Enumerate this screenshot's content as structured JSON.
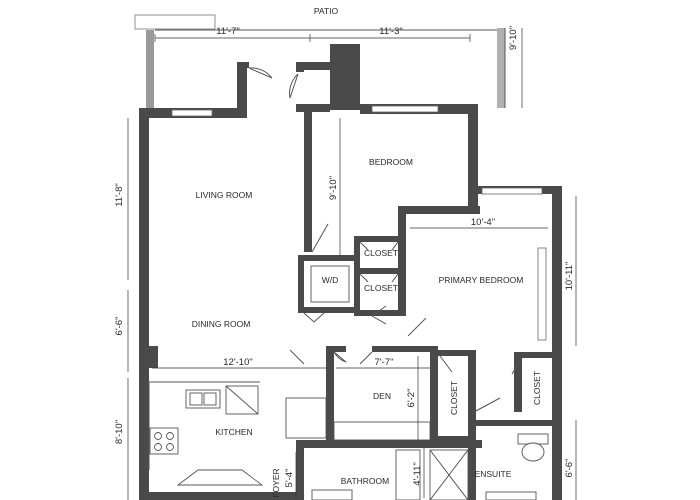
{
  "rooms": {
    "patio": "PATIO",
    "living_room": "LIVING ROOM",
    "bedroom": "BEDROOM",
    "dining_room": "DINING ROOM",
    "primary_bedroom": "PRIMARY BEDROOM",
    "closet_upper": "CLOSET",
    "closet_lower": "CLOSET",
    "wd": "W/D",
    "kitchen": "KITCHEN",
    "den": "DEN",
    "closet_den": "CLOSET",
    "closet_primary": "CLOSET",
    "bathroom": "BATHROOM",
    "ensuite": "ENSUITE",
    "foyer": "FOYER"
  },
  "dimensions": {
    "patio_left_width": "11'-7\"",
    "patio_right_width": "11'-3\"",
    "patio_depth": "9'-10\"",
    "living_height": "11'-8\"",
    "bedroom_depth": "9'-10\"",
    "primary_width": "10'-4\"",
    "primary_height": "10'-11\"",
    "dining_height": "6'-6\"",
    "dining_width": "12'-10\"",
    "den_width": "7'-7\"",
    "den_height": "6'-2\"",
    "kitchen_height": "8'-10\"",
    "foyer_height": "5'-4\"",
    "bathroom_depth": "4'-11\"",
    "ensuite_height": "6'-6\""
  }
}
